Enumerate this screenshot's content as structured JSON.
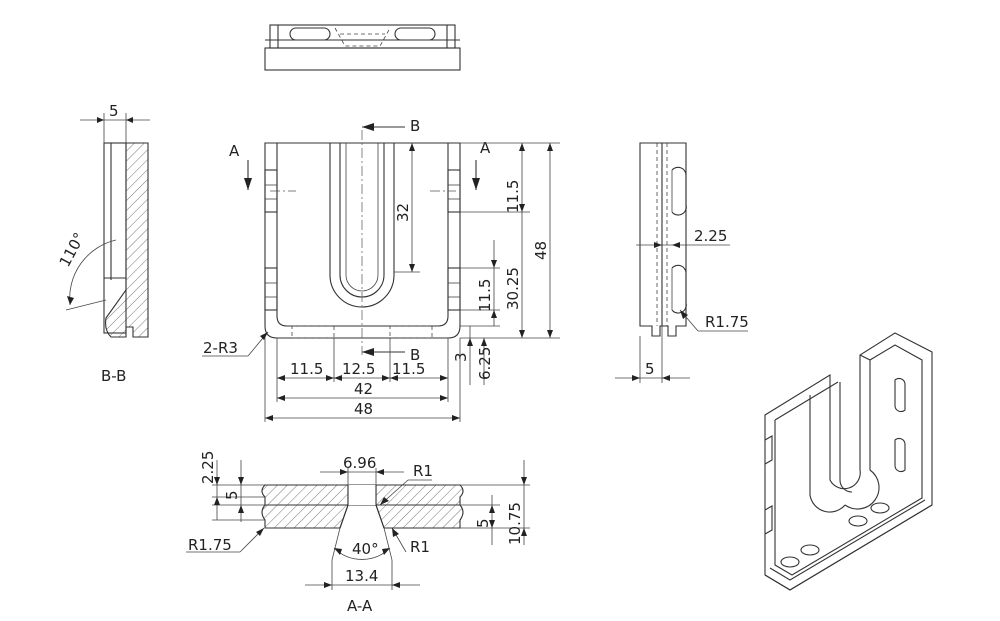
{
  "labels": {
    "section_bb": "B-B",
    "section_aa": "A-A",
    "cut_a_left": "A",
    "cut_a_right": "A",
    "cut_b_top": "B",
    "cut_b_bottom": "B"
  },
  "dimensions": {
    "bb_width": "5",
    "bb_angle": "110°",
    "front_slot_len": "32",
    "front_top_11_5": "11.5",
    "front_total_48": "48",
    "front_30_25": "30.25",
    "front_mid_11_5": "11.5",
    "front_3": "3",
    "front_6_25": "6.25",
    "front_2r3": "2-R3",
    "bottom_11_5_left": "11.5",
    "bottom_12_5": "12.5",
    "bottom_11_5_right": "11.5",
    "bottom_42": "42",
    "bottom_48": "48",
    "side_2_25": "2.25",
    "side_r1_75": "R1.75",
    "side_5": "5",
    "aa_6_96": "6.96",
    "aa_r1_top": "R1",
    "aa_2_25": "2.25",
    "aa_5_left": "5",
    "aa_r1_75": "R1.75",
    "aa_40deg": "40°",
    "aa_r1_bottom": "R1",
    "aa_13_4": "13.4",
    "aa_5_right": "5",
    "aa_10_75": "10.75"
  }
}
